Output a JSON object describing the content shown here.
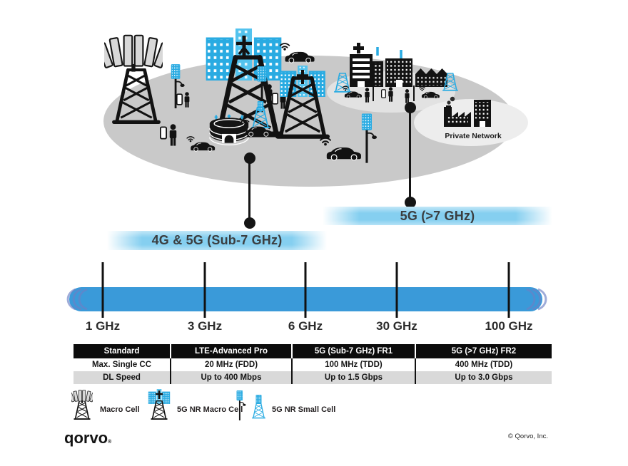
{
  "scene": {
    "private_network_label": "Private Network",
    "icons": [
      "antenna-array-tower",
      "macro-cell-tower",
      "5g-nr-macro-cell-tower",
      "blue-buildings",
      "stadium",
      "connected-car",
      "pedestrian",
      "smartphone",
      "small-cell-pole",
      "5g-small-tower",
      "city-buildings",
      "hospital",
      "row-houses",
      "factory",
      "office-building"
    ]
  },
  "callouts": {
    "sub7_label": "4G & 5G (Sub-7 GHz)",
    "above7_label": "5G (>7 GHz)"
  },
  "spectrum": {
    "ticks": [
      "1 GHz",
      "3 GHz",
      "6 GHz",
      "30 GHz",
      "100 GHz"
    ]
  },
  "table": {
    "headers": [
      "Standard",
      "LTE-Advanced Pro",
      "5G (Sub-7 GHz) FR1",
      "5G (>7 GHz) FR2"
    ],
    "rows": [
      [
        "Max. Single CC",
        "20 MHz (FDD)",
        "100 MHz (TDD)",
        "400 MHz (TDD)"
      ],
      [
        "DL Speed",
        "Up to 400 Mbps",
        "Up to 1.5 Gbps",
        "Up to 3.0 Gbps"
      ]
    ]
  },
  "legend": {
    "items": [
      {
        "label": "Macro Cell"
      },
      {
        "label": "5G NR Macro Cell"
      },
      {
        "label": "5G NR Small Cell"
      }
    ]
  },
  "footer": {
    "logo_text": "qorvo",
    "logo_mark": "®",
    "copyright": "© Qorvo, Inc."
  },
  "colors": {
    "bar_blue": "#3A9AD9",
    "icon_blue": "#29ABE2",
    "coverage_gray": "#C9C9C9",
    "band_blue": "#85CFF0",
    "table_alt_row": "#D9D9D9"
  }
}
